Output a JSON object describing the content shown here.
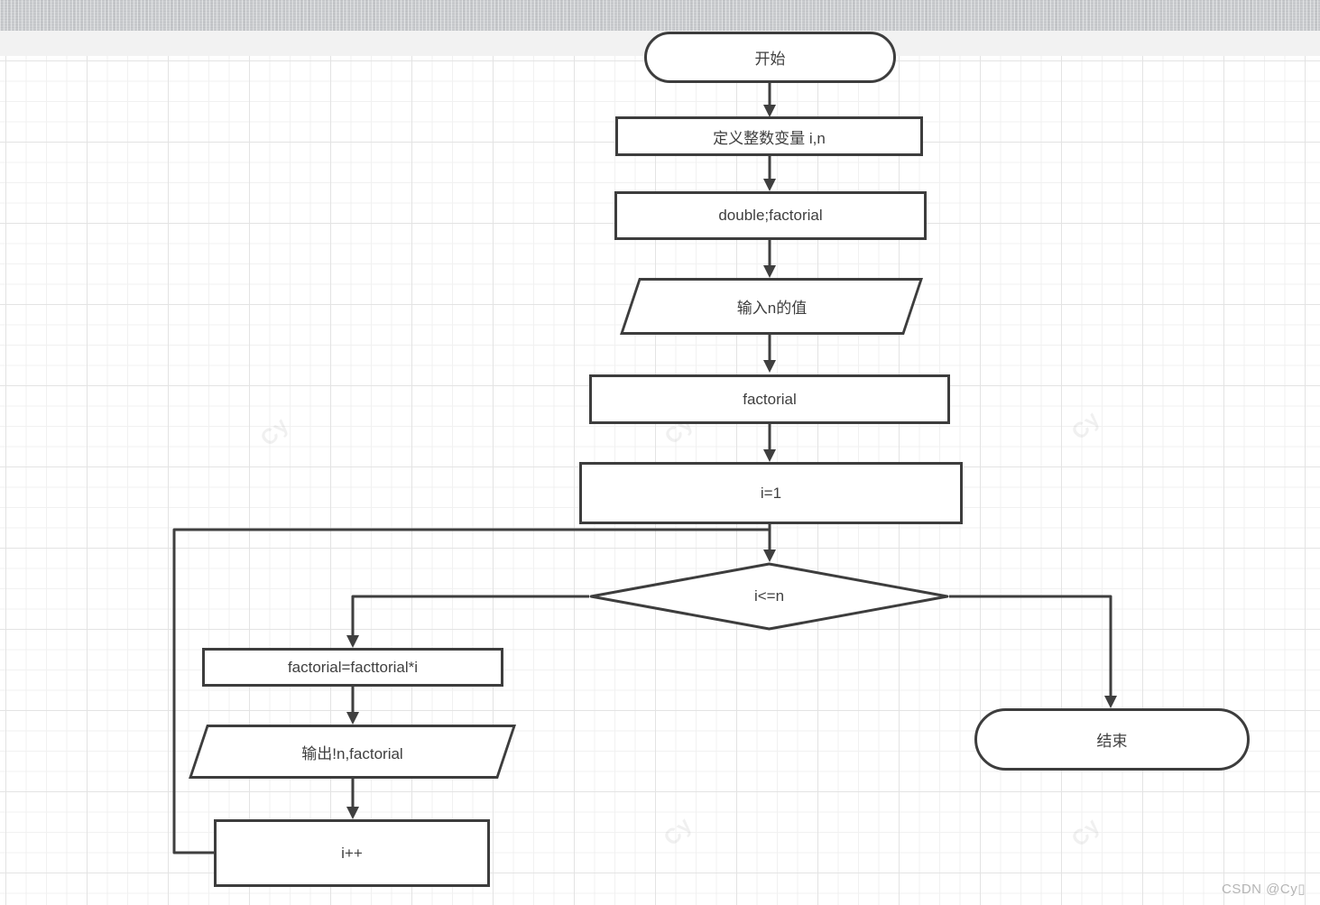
{
  "page": {
    "credit": "CSDN @Cy▯"
  },
  "flowchart": {
    "canvas_watermark": "Cy",
    "nodes": {
      "start": {
        "type": "terminator",
        "label": "开始"
      },
      "declare": {
        "type": "process",
        "label": "定义整数变量 i,n"
      },
      "double_decl": {
        "type": "process",
        "label": "double;factorial"
      },
      "input": {
        "type": "input-output",
        "label": "输入n的值"
      },
      "factorial": {
        "type": "process",
        "label": "factorial"
      },
      "init": {
        "type": "process",
        "label": "i=1"
      },
      "condition": {
        "type": "decision",
        "label": "i<=n"
      },
      "multiply": {
        "type": "process",
        "label": "factorial=facttorial*i"
      },
      "output": {
        "type": "input-output",
        "label": "输出!n,factorial"
      },
      "increment": {
        "type": "process",
        "label": "i++"
      },
      "end": {
        "type": "terminator",
        "label": "结束"
      }
    }
  },
  "colors": {
    "shape_border": "#3d3d3d",
    "connector": "#3f3f3f",
    "node_text": "#3f3f3f",
    "canvas_bg": "#ffffff",
    "grid_minor": "#f1f1f1",
    "grid_major": "#e3e3e3",
    "toolbar_top": "#cbcdd0",
    "toolbar_bottom": "#f2f2f2",
    "credit": "#b5b5b5"
  }
}
